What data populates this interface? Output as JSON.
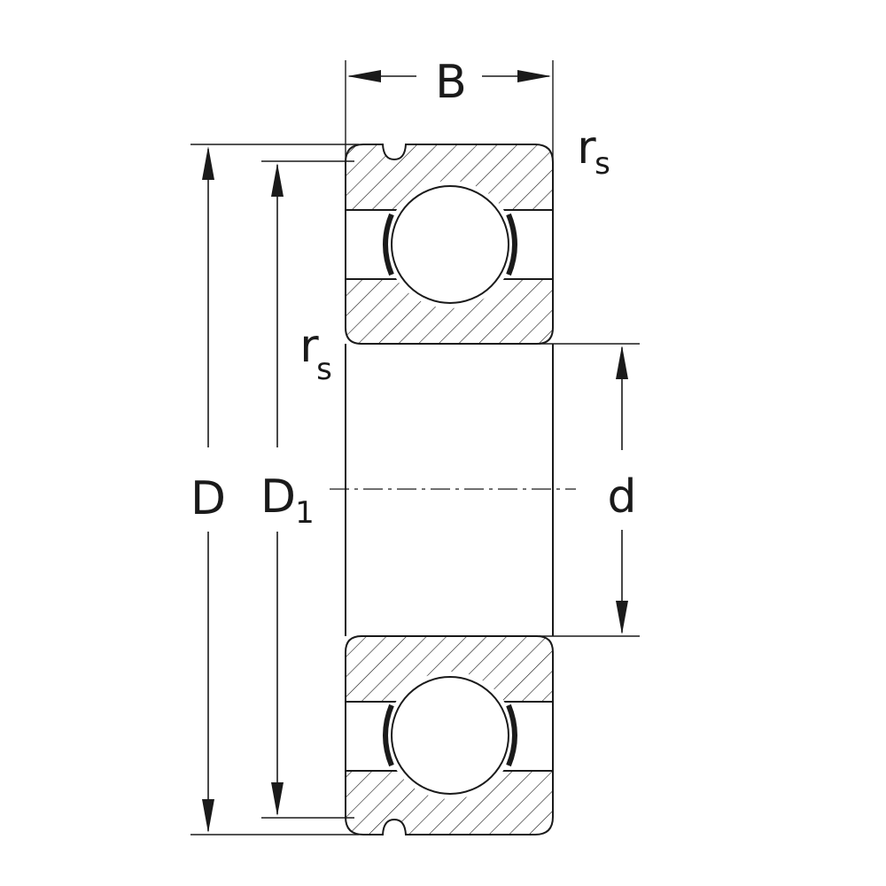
{
  "labels": {
    "width": "B",
    "outer_diameter": "D",
    "shoulder_diameter_main": "D",
    "shoulder_diameter_sub": "1",
    "bore": "d",
    "radius_main": "r",
    "radius_sub": "s"
  },
  "colors": {
    "line": "#1a1a1a",
    "background": "#ffffff"
  }
}
